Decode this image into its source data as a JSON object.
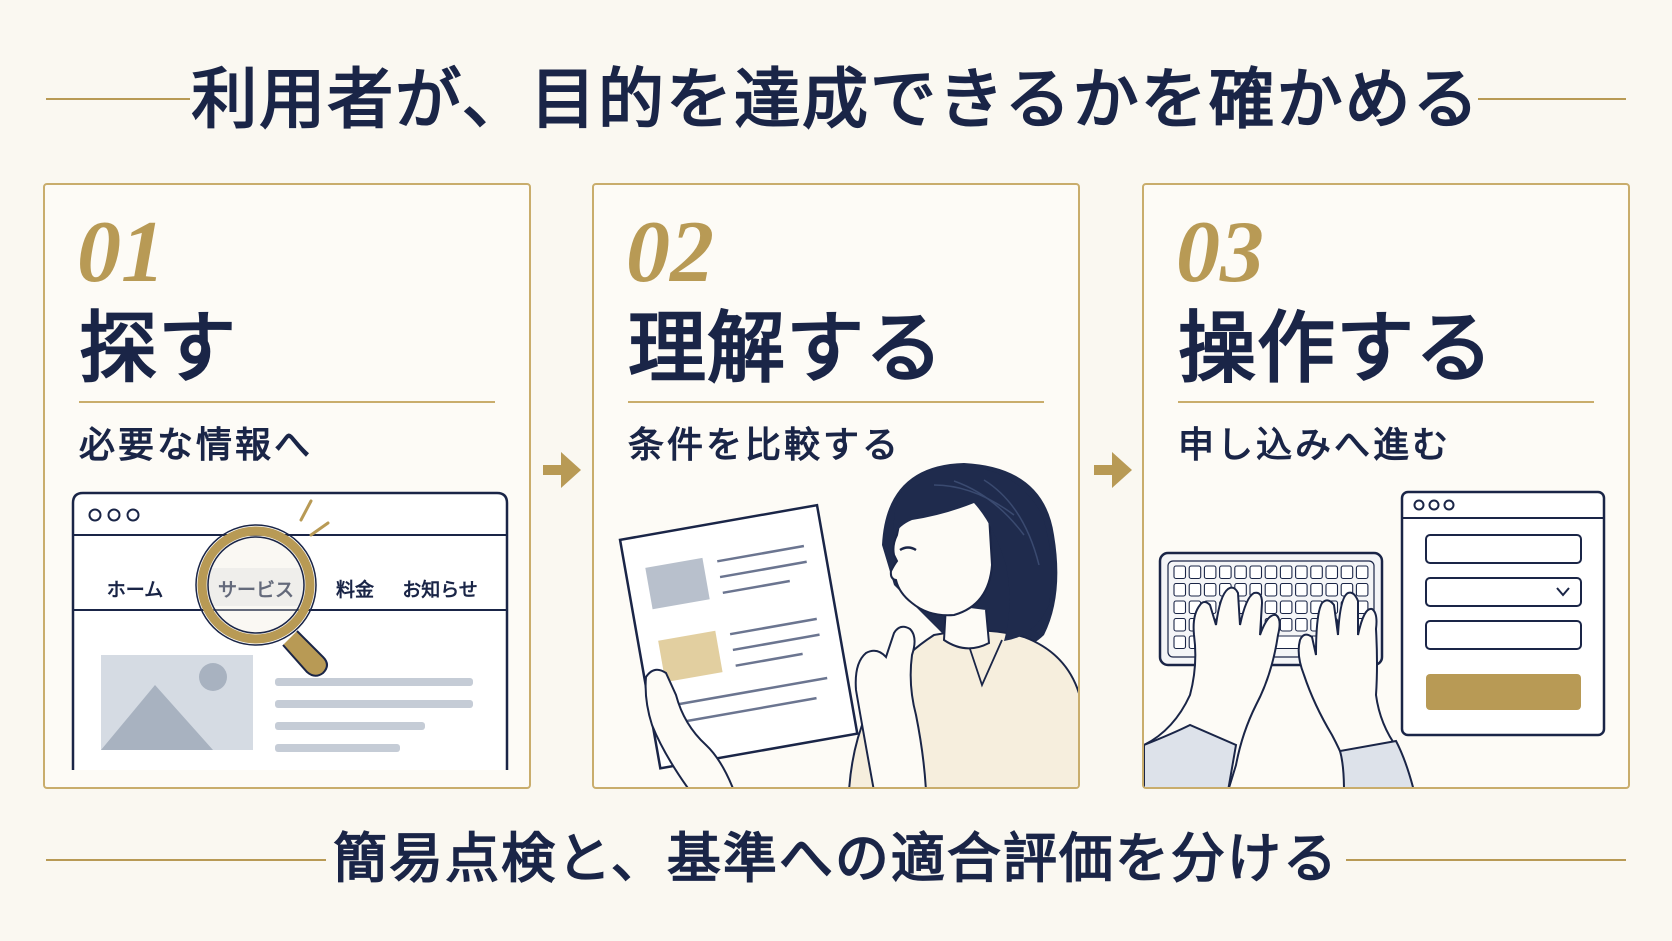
{
  "title": "利用者が、目的を達成できるかを確かめる",
  "footer": "簡易点検と、基準への適合評価を分ける",
  "steps": [
    {
      "number": "01",
      "heading": "探す",
      "subtitle": "必要な情報へ"
    },
    {
      "number": "02",
      "heading": "理解する",
      "subtitle": "条件を比較する"
    },
    {
      "number": "03",
      "heading": "操作する",
      "subtitle": "申し込みへ進む"
    }
  ],
  "browser_mock": {
    "nav": [
      "ホーム",
      "サービス",
      "料金",
      "お知らせ"
    ],
    "highlighted": "サービス"
  },
  "icons": {
    "step1": "magnifier-browser-icon",
    "step2": "woman-reading-document-icon",
    "step3": "hands-typing-keyboard-form-icon",
    "arrow": "arrow-right-icon"
  },
  "colors": {
    "accent": "#b89a55",
    "navy": "#1a2547",
    "background": "#faf8f1",
    "gray_block": "#b8c0cc",
    "gold_block": "#e2cfa0"
  }
}
